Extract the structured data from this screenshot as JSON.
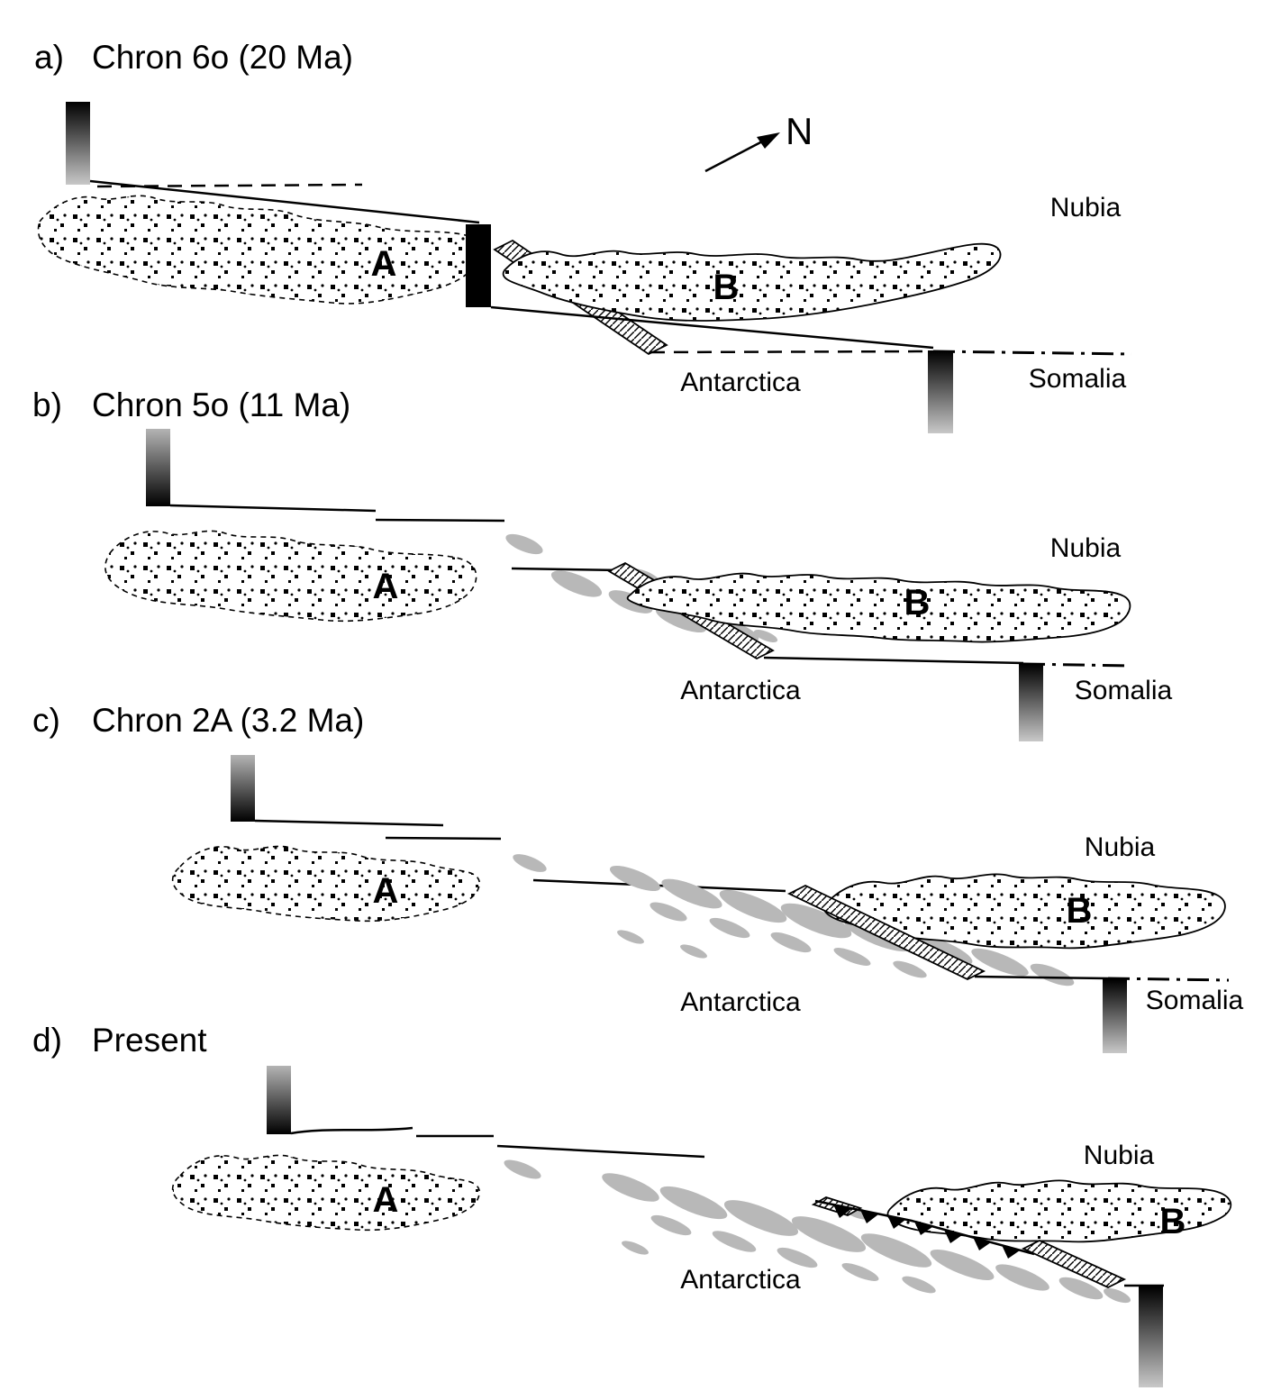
{
  "figure": {
    "north_label": "N",
    "panels": {
      "a": {
        "letter": "a)",
        "title": "Chron 6o (20 Ma)",
        "region_a": "A",
        "region_b": "B",
        "labels": {
          "nubia": "Nubia",
          "antarctica": "Antarctica",
          "somalia": "Somalia"
        }
      },
      "b": {
        "letter": "b)",
        "title": "Chron 5o (11 Ma)",
        "region_a": "A",
        "region_b": "B",
        "labels": {
          "nubia": "Nubia",
          "antarctica": "Antarctica",
          "somalia": "Somalia"
        }
      },
      "c": {
        "letter": "c)",
        "title": "Chron 2A (3.2 Ma)",
        "region_a": "A",
        "region_b": "B",
        "labels": {
          "nubia": "Nubia",
          "antarctica": "Antarctica",
          "somalia": "Somalia"
        }
      },
      "d": {
        "letter": "d)",
        "title": "Present",
        "region_a": "A",
        "region_b": "B",
        "labels": {
          "nubia": "Nubia",
          "antarctica": "Antarctica"
        }
      }
    },
    "colors": {
      "ink": "#000000",
      "gray_blob": "#b8b8b8",
      "background": "#ffffff"
    }
  }
}
